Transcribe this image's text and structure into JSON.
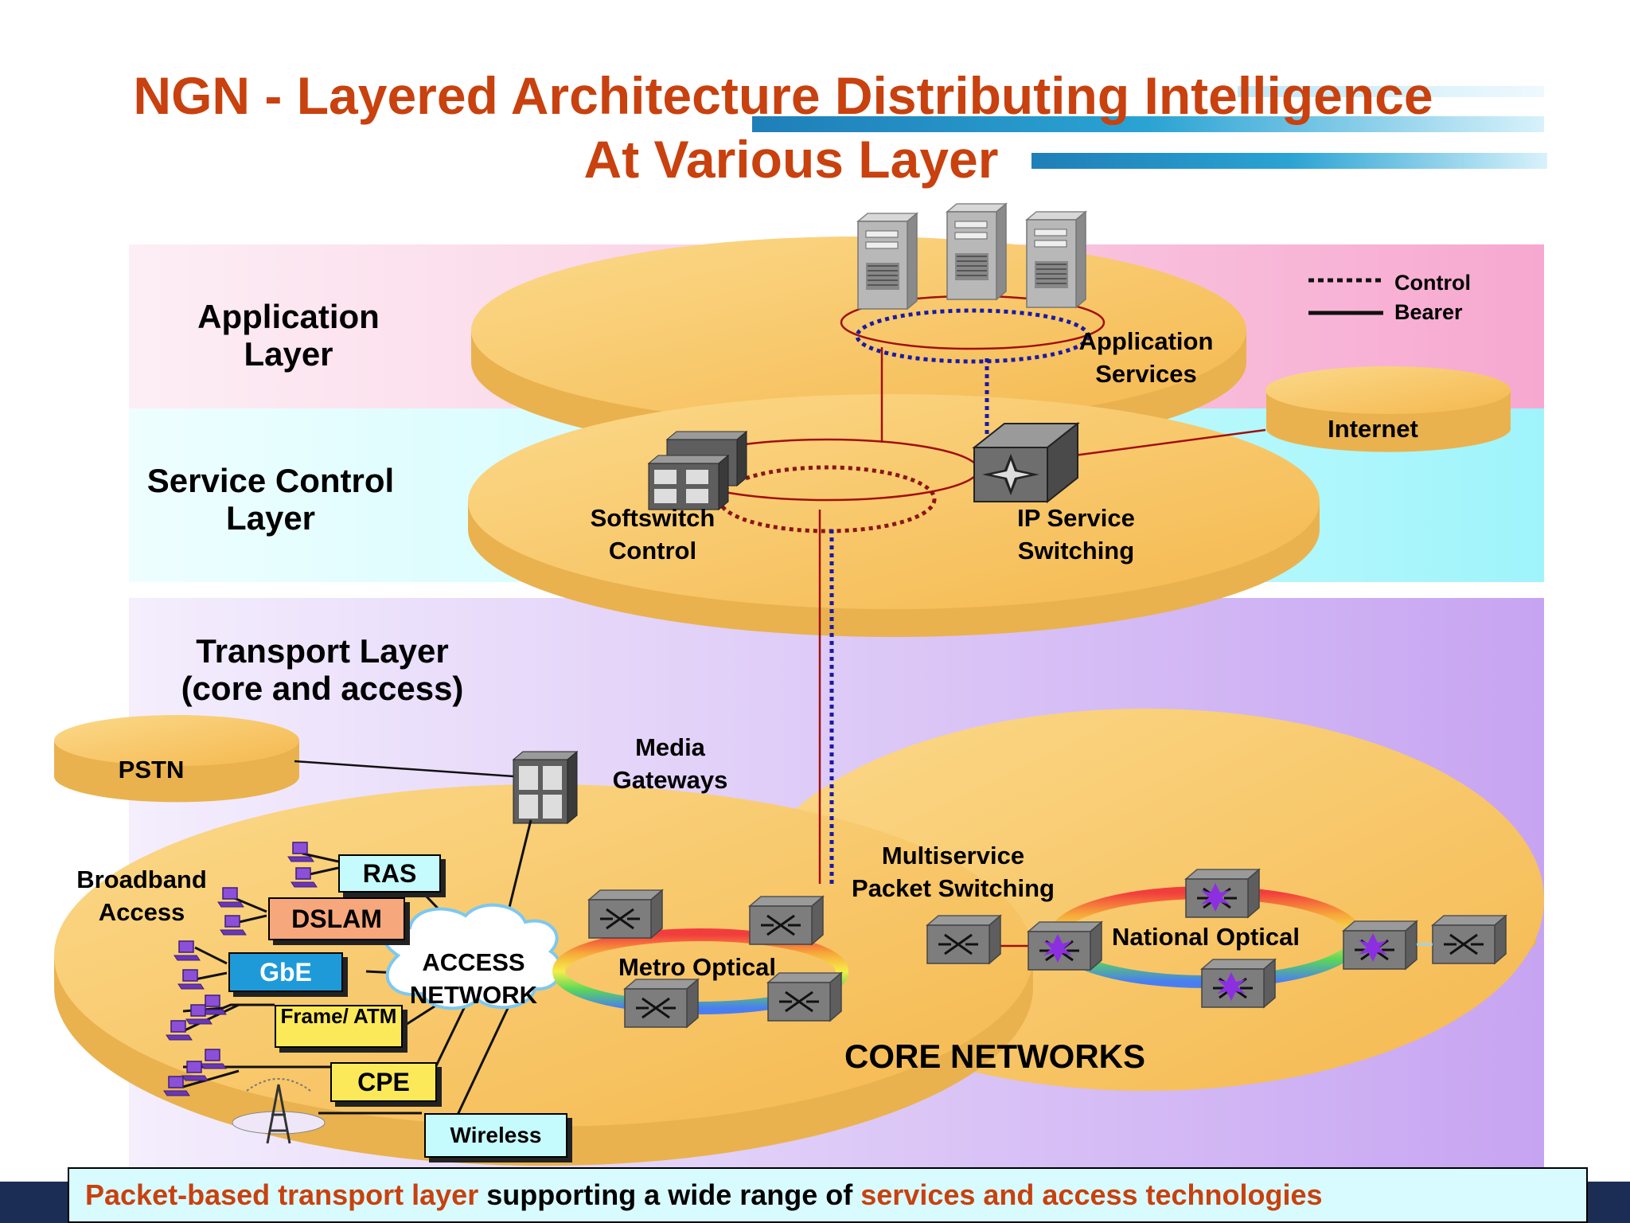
{
  "title": {
    "line1": "NGN - Layered Architecture Distributing Intelligence",
    "line2": "At Various Layer"
  },
  "colors": {
    "title": "#c8410e",
    "disk": "#f8c462",
    "disk_edge": "#e9b24f",
    "application_band": "#f9c8e0",
    "service_band": "#c6fbfd",
    "transport_band": "#d9c3f6",
    "bottom_bar": "#1b2d54",
    "control_line": "#1a1aa6",
    "bearer_line": "#a01010"
  },
  "legend": {
    "control": "Control",
    "bearer": "Bearer"
  },
  "layers": {
    "application": {
      "line1": "Application",
      "line2": "Layer"
    },
    "service": {
      "line1": "Service Control",
      "line2": "Layer"
    },
    "transport": {
      "line1": "Transport Layer",
      "line2": "(core and access)"
    }
  },
  "nodes": {
    "app_services": {
      "line1": "Application",
      "line2": "Services"
    },
    "internet": "Internet",
    "softswitch": {
      "line1": "Softswitch",
      "line2": "Control"
    },
    "ip_switching": {
      "line1": "IP Service",
      "line2": "Switching"
    },
    "pstn": "PSTN",
    "media_gateways": {
      "line1": "Media",
      "line2": "Gateways"
    },
    "broadband": {
      "line1": "Broadband",
      "line2": "Access"
    },
    "access_network": {
      "line1": "ACCESS",
      "line2": "NETWORK"
    },
    "metro_optical": "Metro Optical",
    "multiservice": {
      "line1": "Multiservice",
      "line2": "Packet Switching"
    },
    "national_optical": "National Optical",
    "core_networks": "CORE NETWORKS"
  },
  "access_boxes": [
    {
      "label": "RAS",
      "color": "#c6fbfd",
      "text_color": "#000000"
    },
    {
      "label": "DSLAM",
      "color": "#f7a77c",
      "text_color": "#000000"
    },
    {
      "label": "GbE",
      "color": "#1f9ad8",
      "text_color": "#ffffff"
    },
    {
      "label": "Frame/ ATM",
      "color": "#fbe95a",
      "text_color": "#000000"
    },
    {
      "label": "CPE",
      "color": "#fbe95a",
      "text_color": "#000000"
    },
    {
      "label": "Wireless",
      "color": "#c6fbfd",
      "text_color": "#000000"
    }
  ],
  "footer": {
    "part1": "Packet-based transport layer",
    "part2": " supporting a wide range of ",
    "part3": "services and access technologies"
  }
}
